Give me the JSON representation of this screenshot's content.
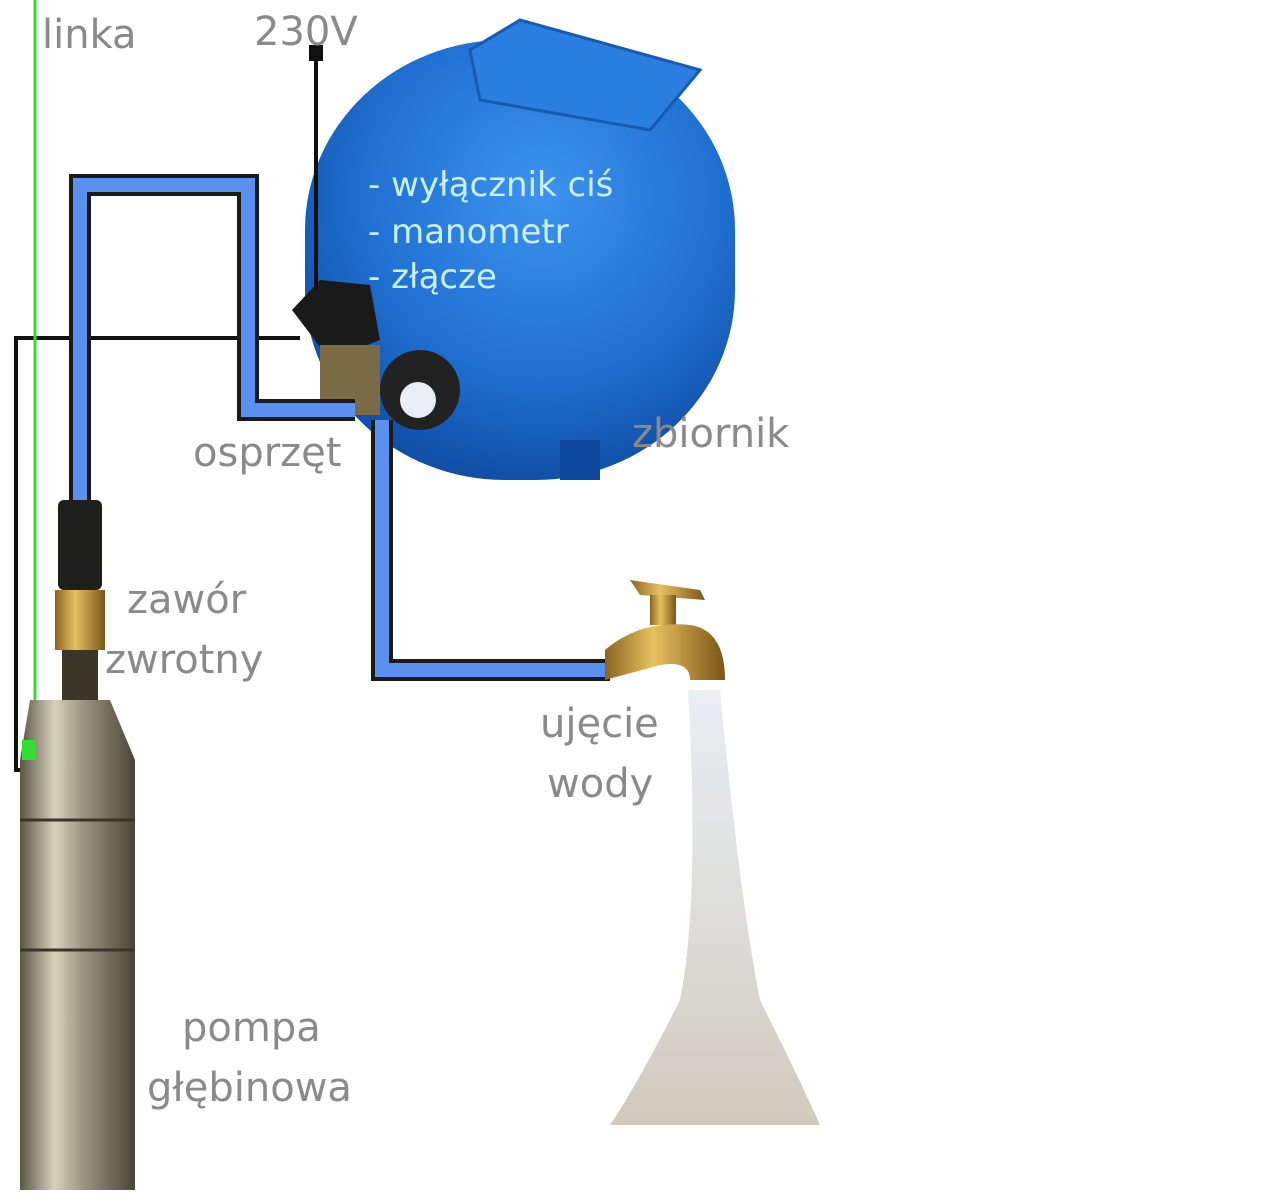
{
  "labels": {
    "line": "linka",
    "power": "230V",
    "tank_items": [
      "- wyłącznik ciś",
      "- manometr",
      "- złącze"
    ],
    "fittings": "osprzęt",
    "tank": "zbiornik",
    "check_valve": [
      "zawór",
      "zwrotny"
    ],
    "water_outlet": [
      "ujęcie",
      "wody"
    ],
    "pump": [
      "pompa",
      "głębinowa"
    ]
  },
  "colors": {
    "pipe": "#5b8ff0",
    "pipe_outline": "#1a1a1a",
    "tank": "#1f6fd1",
    "safety_line": "#33dd33",
    "label": "#8a8a8a"
  }
}
